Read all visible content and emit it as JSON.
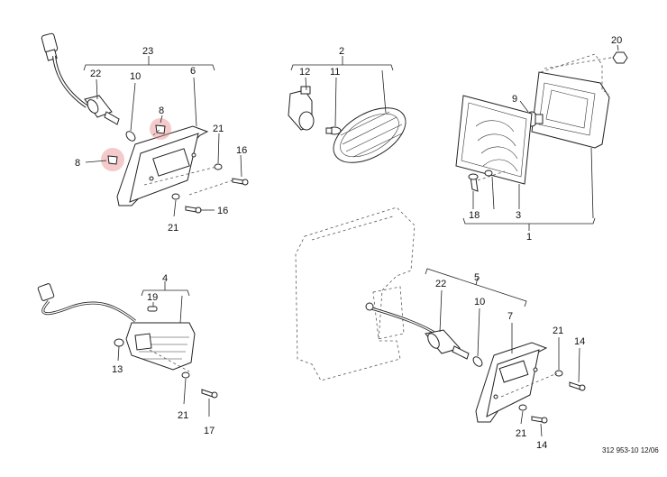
{
  "diagram": {
    "callouts": {
      "c23": "23",
      "c22a": "22",
      "c10a": "10",
      "c6": "6",
      "c8a": "8",
      "c8b": "8",
      "c21a": "21",
      "c16a": "16",
      "c21b": "21",
      "c16b": "16",
      "c2": "2",
      "c12": "12",
      "c11": "11",
      "c20": "20",
      "c9": "9",
      "c18": "18",
      "c3": "3",
      "c1": "1",
      "c4": "4",
      "c19": "19",
      "c13": "13",
      "c21c": "21",
      "c17": "17",
      "c5": "5",
      "c22b": "22",
      "c10b": "10",
      "c7": "7",
      "c21d": "21",
      "c14a": "14",
      "c21e": "21",
      "c14b": "14"
    },
    "footer": "312   953-10   12/06",
    "colors": {
      "line": "#222222",
      "highlight": "#e78a8a"
    }
  }
}
